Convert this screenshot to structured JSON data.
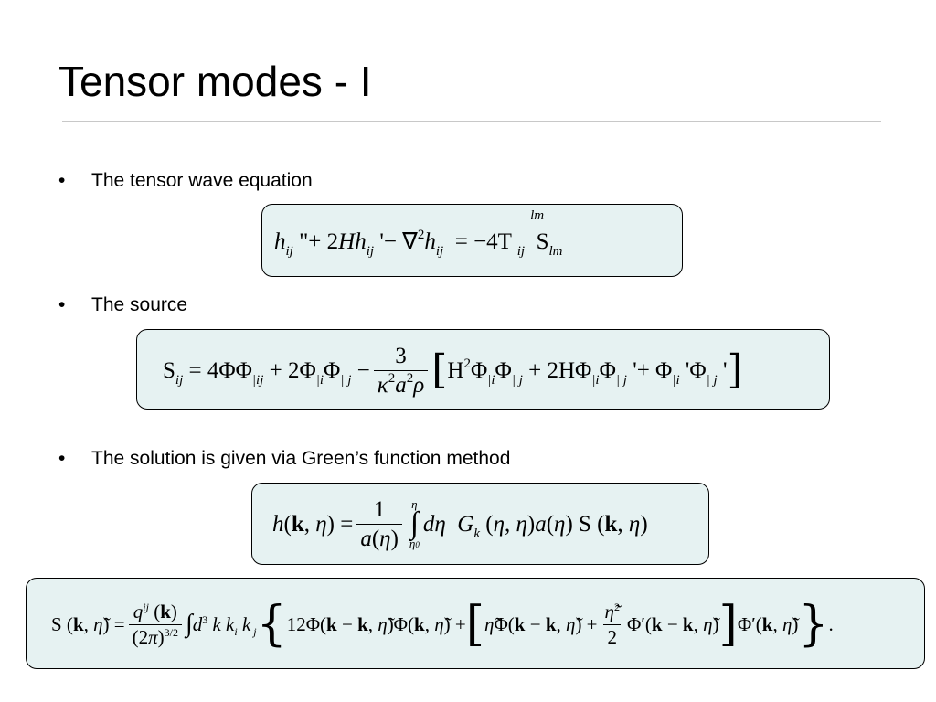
{
  "slide": {
    "title": "Tensor modes - I",
    "bullets": [
      {
        "marker": "•",
        "text": "The tensor wave equation"
      },
      {
        "marker": "•",
        "text": "The source"
      },
      {
        "marker": "•",
        "text": "The solution is given via Green’s function method"
      }
    ]
  },
  "colors": {
    "box_fill": "#e6f2f2",
    "box_border": "#000000",
    "rule": "#c8c8c8"
  }
}
